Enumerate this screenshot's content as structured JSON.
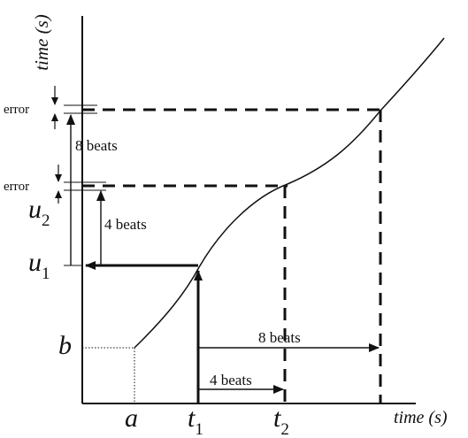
{
  "labels": {
    "y_axis": "time (s)",
    "x_axis": "time (s)",
    "error_top": "error",
    "error_mid": "error",
    "u1": "u",
    "u1_sub": "1",
    "u2": "u",
    "u2_sub": "2",
    "b": "b",
    "a": "a",
    "t1": "t",
    "t1_sub": "1",
    "t2": "t",
    "t2_sub": "2",
    "beats_8_vertical": "8 beats",
    "beats_4_vertical": "4 beats",
    "beats_8_horizontal": "8 beats",
    "beats_4_horizontal": "4 beats"
  },
  "colors": {
    "ink": "#111111",
    "background": "#ffffff"
  }
}
